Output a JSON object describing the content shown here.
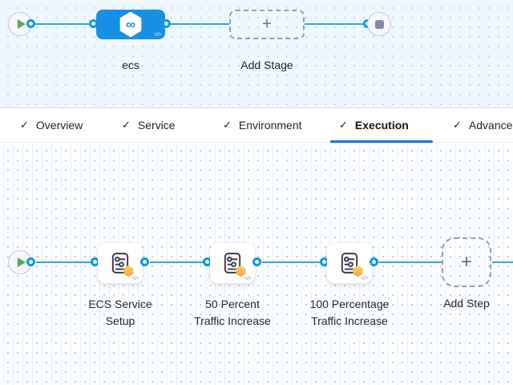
{
  "colors": {
    "accent_blue": "#0278d5",
    "edge_blue": "#29a8e0",
    "stage_node_blue": "#1590e5",
    "play_green": "#50b154",
    "stop_gray": "#868aa0",
    "badge_orange": "#f9a13c",
    "canvas_top_bg": "#eef7fd",
    "canvas_bottom_bg": "#fdfeff"
  },
  "icons": {
    "play": "play-triangle",
    "stop": "stop-square",
    "deploy_hex": "∞",
    "check": "✓",
    "plus": "+",
    "code": "</>"
  },
  "stage_graph": {
    "stage": {
      "label": "ecs"
    },
    "add_stage": {
      "label": "Add Stage",
      "plus": "+"
    }
  },
  "tabs": {
    "items": [
      {
        "label": "Overview",
        "checked": "✓",
        "active": false
      },
      {
        "label": "Service",
        "checked": "✓",
        "active": false
      },
      {
        "label": "Environment",
        "checked": "✓",
        "active": false
      },
      {
        "label": "Execution",
        "checked": "✓",
        "active": true
      },
      {
        "label": "Advanced",
        "checked": "✓",
        "active": false
      }
    ]
  },
  "execution_graph": {
    "steps": [
      {
        "line1": "ECS Service",
        "line2": "Setup"
      },
      {
        "line1": "50 Percent",
        "line2": "Traffic Increase"
      },
      {
        "line1": "100 Percentage",
        "line2": "Traffic Increase"
      }
    ],
    "add_step": {
      "label": "Add Step",
      "plus": "+"
    }
  }
}
